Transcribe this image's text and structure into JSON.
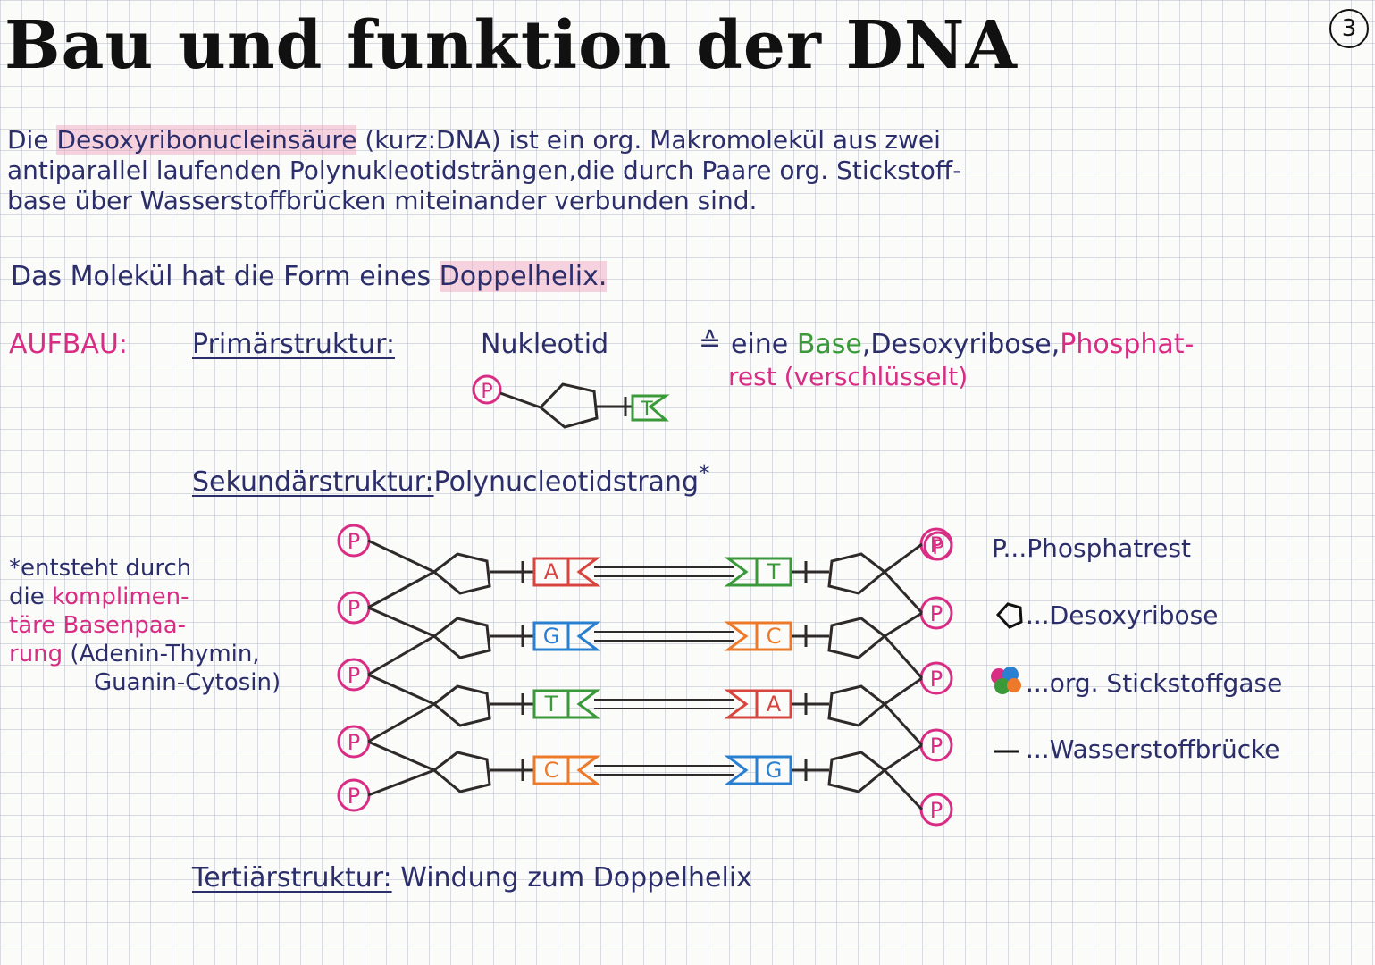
{
  "title": "Bau und funktion der DNA",
  "page_number": "3",
  "paragraph": {
    "line1_before": "Die ",
    "line1_highlight": "Desoxyribonucleinsäure",
    "line1_after": " (kurz:DNA) ist ein org. Makromolekül aus zwei",
    "line2": "antiparallel laufenden Polynukleotidsträngen,die durch Paare org. Stickstoff-",
    "line3": "base über Wasserstoffbrücken miteinander verbunden sind."
  },
  "sentence": {
    "before": "Das Molekül hat die Form eines ",
    "highlight": "Doppelhelix."
  },
  "aufbau_label": "AUFBAU:",
  "primary": {
    "label": "Primärstruktur:",
    "term": "Nukleotid",
    "equals": "≙",
    "def_eine": "eine ",
    "def_base": "Base",
    "def_desoxy": ",Desoxyribose,",
    "def_phosphat": "Phosphat-",
    "def_rest": "rest (verschlüsselt)",
    "symbol_p": "P",
    "symbol_base": "T"
  },
  "secondary": {
    "label": "Sekundärstruktur:",
    "term": "Polynucleotidstrang",
    "asterisk": "*",
    "left_bases": [
      "A",
      "G",
      "T",
      "C"
    ],
    "right_bases": [
      "T",
      "C",
      "A",
      "G"
    ],
    "p_symbol": "P"
  },
  "note": {
    "line1": "*entsteht durch",
    "line2_a": "die ",
    "line2_b": "komplimen-",
    "line3": "täre Basenpaa-",
    "line4_a": "rung",
    "line4_b": " (Adenin-Thymin,",
    "line5": "Guanin-Cytosin)"
  },
  "legend": {
    "p_symbol": "P",
    "phosphat": "P...Phosphatrest",
    "desoxy": "...Desoxyribose",
    "base": "...org. Stickstoffgase",
    "bridge": "...Wasserstoffbrücke"
  },
  "tertiary": {
    "label": "Tertiärstruktur:",
    "text": "Windung zum Doppelhelix"
  },
  "colors": {
    "ink": "#2b2e6a",
    "pink": "#d92c84",
    "green": "#3a9a3a",
    "blue": "#2a7fd0",
    "orange": "#ec7a2a",
    "red": "#d8453f"
  }
}
